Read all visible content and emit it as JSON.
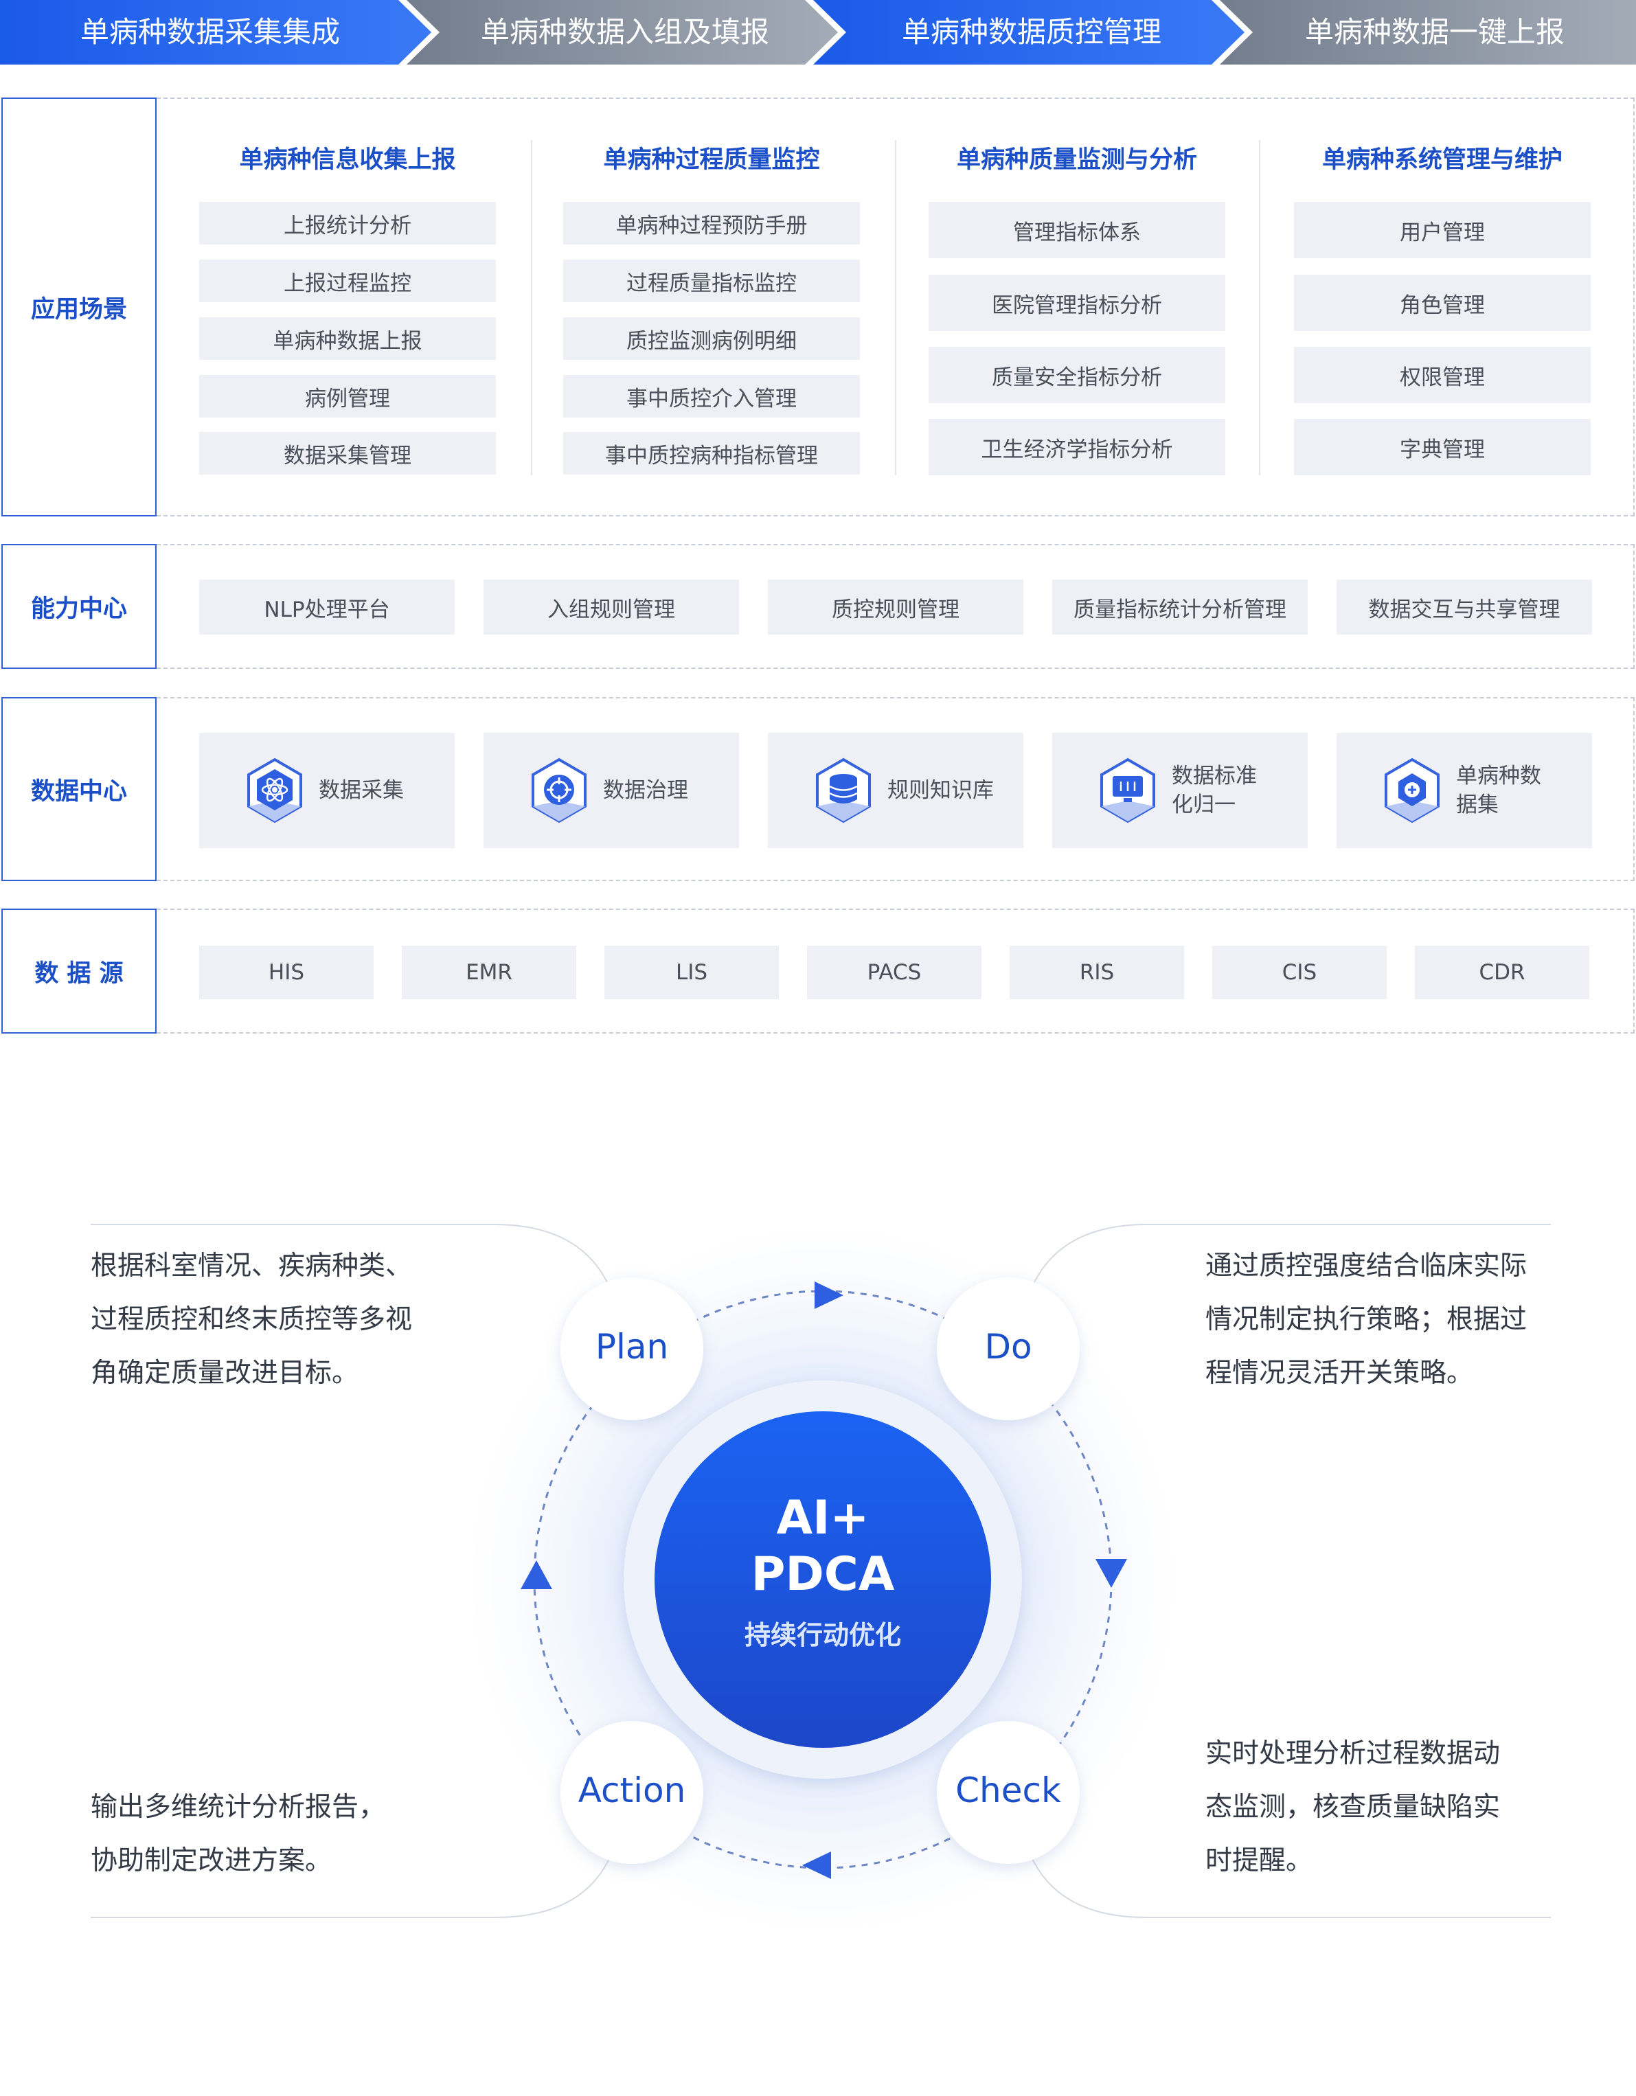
{
  "flow_steps": [
    {
      "label": "单病种数据采集集成"
    },
    {
      "label": "单病种数据入组及填报"
    },
    {
      "label": "单病种数据质控管理"
    },
    {
      "label": "单病种数据一键上报"
    }
  ],
  "colors": {
    "accent": "#1b4fc7",
    "flow_active": "#2c6bf0",
    "flow_inactive": "#8d96a4",
    "chip_bg": "#eef0f5"
  },
  "layers": {
    "application": {
      "title": "应用场景",
      "columns": [
        {
          "title": "单病种信息收集上报",
          "items": [
            "上报统计分析",
            "上报过程监控",
            "单病种数据上报",
            "病例管理",
            "数据采集管理"
          ]
        },
        {
          "title": "单病种过程质量监控",
          "items": [
            "单病种过程预防手册",
            "过程质量指标监控",
            "质控监测病例明细",
            "事中质控介入管理",
            "事中质控病种指标管理"
          ]
        },
        {
          "title": "单病种质量监测与分析",
          "items": [
            "管理指标体系",
            "医院管理指标分析",
            "质量安全指标分析",
            "卫生经济学指标分析"
          ]
        },
        {
          "title": "单病种系统管理与维护",
          "items": [
            "用户管理",
            "角色管理",
            "权限管理",
            "字典管理"
          ]
        }
      ]
    },
    "capability": {
      "title": "能力中心",
      "items": [
        "NLP处理平台",
        "入组规则管理",
        "质控规则管理",
        "质量指标统计分析管理",
        "数据交互与共享管理"
      ]
    },
    "data_center": {
      "title": "数据中心",
      "items": [
        {
          "label": "数据采集",
          "icon": "atom-icon"
        },
        {
          "label": "数据治理",
          "icon": "crosshair-icon"
        },
        {
          "label": "规则知识库",
          "icon": "database-icon"
        },
        {
          "label": "数据标准化归一",
          "icon": "monitor-icon"
        },
        {
          "label": "单病种数据集",
          "icon": "plus-shield-icon"
        }
      ]
    },
    "data_source": {
      "title": "数 据 源",
      "items": [
        "HIS",
        "EMR",
        "LIS",
        "PACS",
        "RIS",
        "CIS",
        "CDR"
      ]
    }
  },
  "pdca": {
    "core_title_line1": "AI+",
    "core_title_line2": "PDCA",
    "core_subtitle": "持续行动优化",
    "steps": [
      {
        "label": "Plan",
        "text_lines": [
          "根据科室情况、疾病种类、",
          "过程质控和终末质控等多视",
          "角确定质量改进目标。"
        ]
      },
      {
        "label": "Do",
        "text_lines": [
          "通过质控强度结合临床实际",
          "情况制定执行策略；根据过",
          "程情况灵活开关策略。"
        ]
      },
      {
        "label": "Check",
        "text_lines": [
          "实时处理分析过程数据动",
          "态监测，核查质量缺陷实",
          "时提醒。"
        ]
      },
      {
        "label": "Action",
        "text_lines": [
          "输出多维统计分析报告，",
          "协助制定改进方案。"
        ]
      }
    ]
  }
}
